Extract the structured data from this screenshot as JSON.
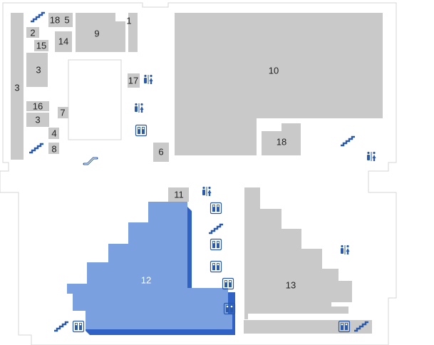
{
  "map": {
    "units": [
      {
        "id": "1",
        "label": "1"
      },
      {
        "id": "2",
        "label": "2"
      },
      {
        "id": "3a",
        "label": "3"
      },
      {
        "id": "3b",
        "label": "3"
      },
      {
        "id": "3c",
        "label": "3"
      },
      {
        "id": "4",
        "label": "4"
      },
      {
        "id": "5",
        "label": "5"
      },
      {
        "id": "6",
        "label": "6"
      },
      {
        "id": "7",
        "label": "7"
      },
      {
        "id": "8",
        "label": "8"
      },
      {
        "id": "9",
        "label": "9"
      },
      {
        "id": "10",
        "label": "10"
      },
      {
        "id": "11",
        "label": "11"
      },
      {
        "id": "12",
        "label": "12"
      },
      {
        "id": "13",
        "label": "13"
      },
      {
        "id": "14",
        "label": "14"
      },
      {
        "id": "15",
        "label": "15"
      },
      {
        "id": "16",
        "label": "16"
      },
      {
        "id": "17",
        "label": "17"
      },
      {
        "id": "18a",
        "label": "18"
      },
      {
        "id": "18b",
        "label": "18"
      }
    ],
    "icons": {
      "restroom": "restroom-icon",
      "elevator": "elevator-icon",
      "stairs": "stairs-icon",
      "escalator": "escalator-icon"
    },
    "colors": {
      "unit": "#c9c9c9",
      "highlight": "#7aa0e0",
      "highlight_shadow": "#2f62c4",
      "icon": "#2a5aa8",
      "floor_outline": "#d6d6d6"
    },
    "highlighted_unit": "12"
  }
}
